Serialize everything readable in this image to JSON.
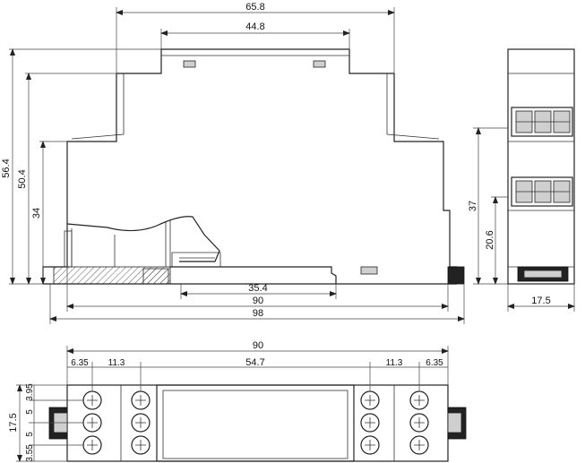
{
  "views": {
    "side": {
      "dims": {
        "top_width": "65.8",
        "top_inner": "44.8",
        "height_total": "56.4",
        "height_body": "50.4",
        "height_mid": "34",
        "bottom_slot": "35.4",
        "width_90": "90",
        "width_98": "98"
      }
    },
    "end": {
      "dims": {
        "height_37": "37",
        "height_20_6": "20.6",
        "width": "17.5"
      }
    },
    "top": {
      "dims": {
        "overall_width": "90",
        "edge_left": "6.35",
        "gap_left": "11.3",
        "center": "54.7",
        "gap_right": "11.3",
        "edge_right": "6.35",
        "depth": "17.5",
        "top_offset": "3.95",
        "pitch_a": "5",
        "pitch_b": "5",
        "bottom_offset": "3.55"
      }
    }
  },
  "colors": {
    "line": "#222222",
    "fill_gray": "#cfcfcf",
    "fill_dark": "#222222"
  }
}
